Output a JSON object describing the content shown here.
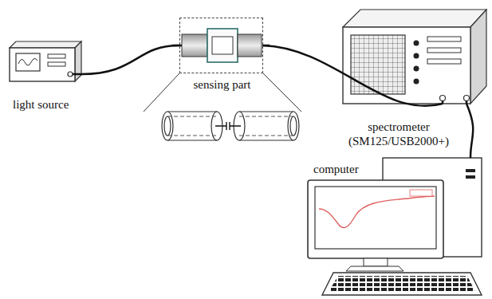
{
  "diagram": {
    "nodes": [
      {
        "text": [
          "light source"
        ]
      },
      {
        "text": [
          "sensing part"
        ]
      },
      {
        "text": [
          "spectrometer (SM125/USB2000+)"
        ]
      },
      {
        "text": [
          "computer"
        ]
      }
    ],
    "edges": [
      {
        "from": 0,
        "to": 1,
        "arrow": "none"
      },
      {
        "from": 1,
        "to": 2,
        "arrow": "none"
      },
      {
        "from": 2,
        "to": 3,
        "arrow": "none"
      }
    ]
  }
}
